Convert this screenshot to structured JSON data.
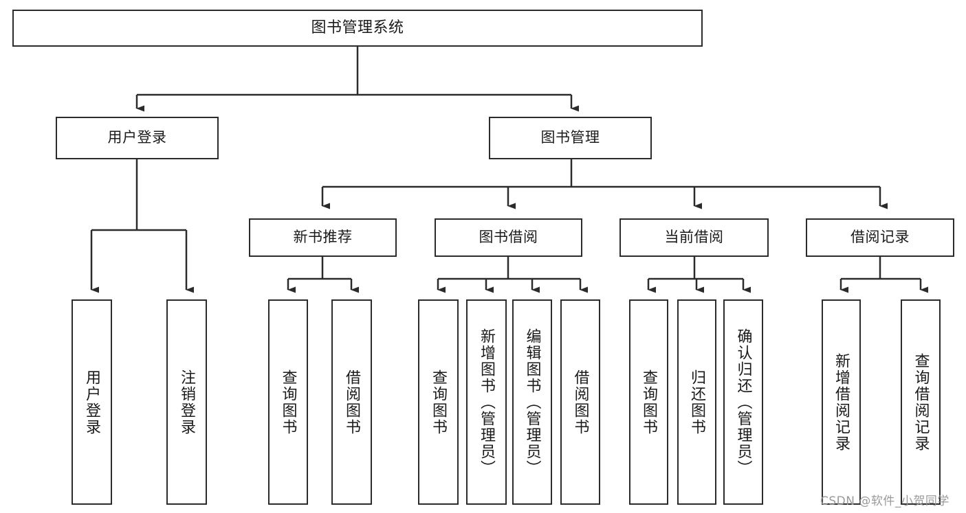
{
  "diagram": {
    "title": "图书管理系统",
    "type": "hierarchy-tree",
    "watermark": "CSDN @软件_小贺同学",
    "colors": {
      "box_border": "#2b2b2b",
      "box_fill": "#ffffff",
      "line": "#2b2b2b",
      "text": "#1a1a1a",
      "watermark": "#9a9a9a"
    },
    "nodes": {
      "root": {
        "label": "图书管理系统"
      },
      "level2": [
        {
          "id": "user-login",
          "label": "用户登录"
        },
        {
          "id": "book-manage",
          "label": "图书管理"
        }
      ],
      "level3": [
        {
          "id": "new-book-recommend",
          "label": "新书推荐"
        },
        {
          "id": "book-borrow",
          "label": "图书借阅"
        },
        {
          "id": "current-borrow",
          "label": "当前借阅"
        },
        {
          "id": "borrow-record",
          "label": "借阅记录"
        }
      ],
      "leaves": {
        "user_login": [
          {
            "id": "leaf-user-login",
            "label": "用户登录"
          },
          {
            "id": "leaf-logout-login",
            "label": "注销登录"
          }
        ],
        "new_book_recommend": [
          {
            "id": "leaf-query-book-1",
            "label": "查询图书"
          },
          {
            "id": "leaf-borrow-book-1",
            "label": "借阅图书"
          }
        ],
        "book_borrow": [
          {
            "id": "leaf-query-book-2",
            "label": "查询图书"
          },
          {
            "id": "leaf-add-book",
            "label": "新增图书（管理员）"
          },
          {
            "id": "leaf-edit-book",
            "label": "编辑图书（管理员）"
          },
          {
            "id": "leaf-borrow-book-2",
            "label": "借阅图书"
          }
        ],
        "current_borrow": [
          {
            "id": "leaf-query-book-3",
            "label": "查询图书"
          },
          {
            "id": "leaf-return-book",
            "label": "归还图书"
          },
          {
            "id": "leaf-confirm-return",
            "label": "确认归还（管理员）"
          }
        ],
        "borrow_record": [
          {
            "id": "leaf-add-record",
            "label": "新增借阅记录"
          },
          {
            "id": "leaf-query-record",
            "label": "查询借阅记录"
          }
        ]
      }
    }
  }
}
